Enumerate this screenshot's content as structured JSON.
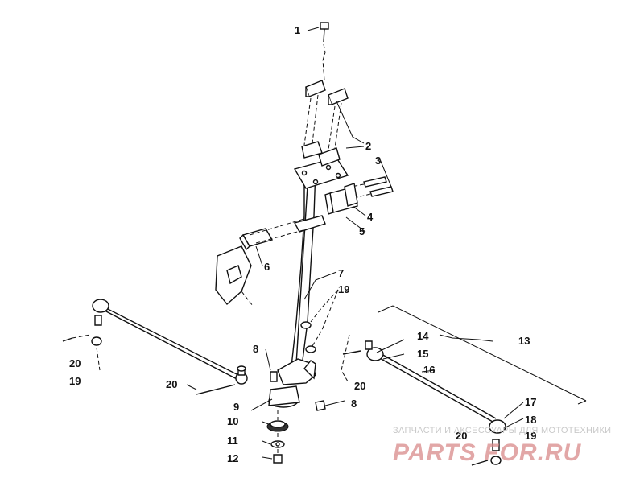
{
  "callouts": [
    "1",
    "2",
    "3",
    "4",
    "5",
    "6",
    "7",
    "8",
    "9",
    "10",
    "11",
    "12",
    "13",
    "14",
    "15",
    "16",
    "17",
    "18",
    "19",
    "20"
  ],
  "callouts_repeat": {
    "19": "19",
    "20": "20",
    "8": "8"
  },
  "watermark": {
    "top_text": "ЗАПЧАСТИ И АКСЕССУАРЫ ДЛЯ МОТОТЕХНИКИ",
    "brand_text": "PARTS FOR.RU"
  }
}
